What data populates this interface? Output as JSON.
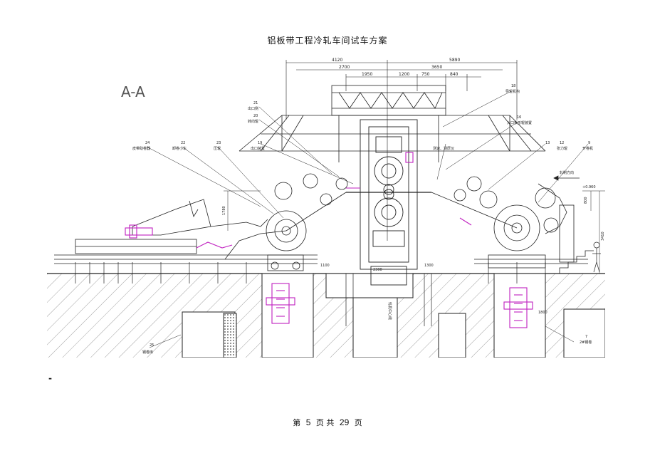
{
  "document": {
    "header_title": "铝板带工程冷轧车间试车方案",
    "stray_mark": "-"
  },
  "drawing": {
    "section_label": "A-A",
    "top_dimensions": {
      "overall_left": "4120",
      "overall_right": "5890",
      "mid_left": "2700",
      "mid_right": "3650",
      "inner_1": "1950",
      "inner_2": "1200",
      "inner_3": "750",
      "inner_4": "840"
    },
    "callouts": {
      "c24": "24",
      "c24_text": "皮带助卷器",
      "c22": "22",
      "c22_text": "卸卷小车",
      "c23": "23",
      "c23_text": "压辊",
      "c21": "21",
      "c21_text": "出口侧",
      "c20": "20",
      "c20_text": "转向辊",
      "c19": "19",
      "c19_text": "出口装置",
      "c18": "18",
      "c18_text": "导辊机构",
      "c16": "16",
      "c16_text": "入口板形辊装置",
      "c13": "13",
      "c12": "12",
      "c12_text": "张力辊",
      "c9": "9",
      "c9_text": "开卷机",
      "cross_text": "测速、测厚仪",
      "right_dir": "轧制方向",
      "c25": "25",
      "c25_text": "钢卷库",
      "c7": "7",
      "c7_text": "2#钢卷"
    },
    "level_dims": {
      "level_right": "+0.960",
      "d_800": "800",
      "d_1780": "1780",
      "d_3410": "3410",
      "d_1100": "1100",
      "d_1300": "1300",
      "d_2300": "2300",
      "d_1800": "1800"
    },
    "centerline_label": "轧机中心线"
  },
  "footer": {
    "prefix": "第",
    "page": "5",
    "mid": "页 共",
    "total": "29",
    "suffix": "页"
  },
  "colors": {
    "line": "#222222",
    "accent": "#c020c0",
    "hatch": "#666666"
  }
}
